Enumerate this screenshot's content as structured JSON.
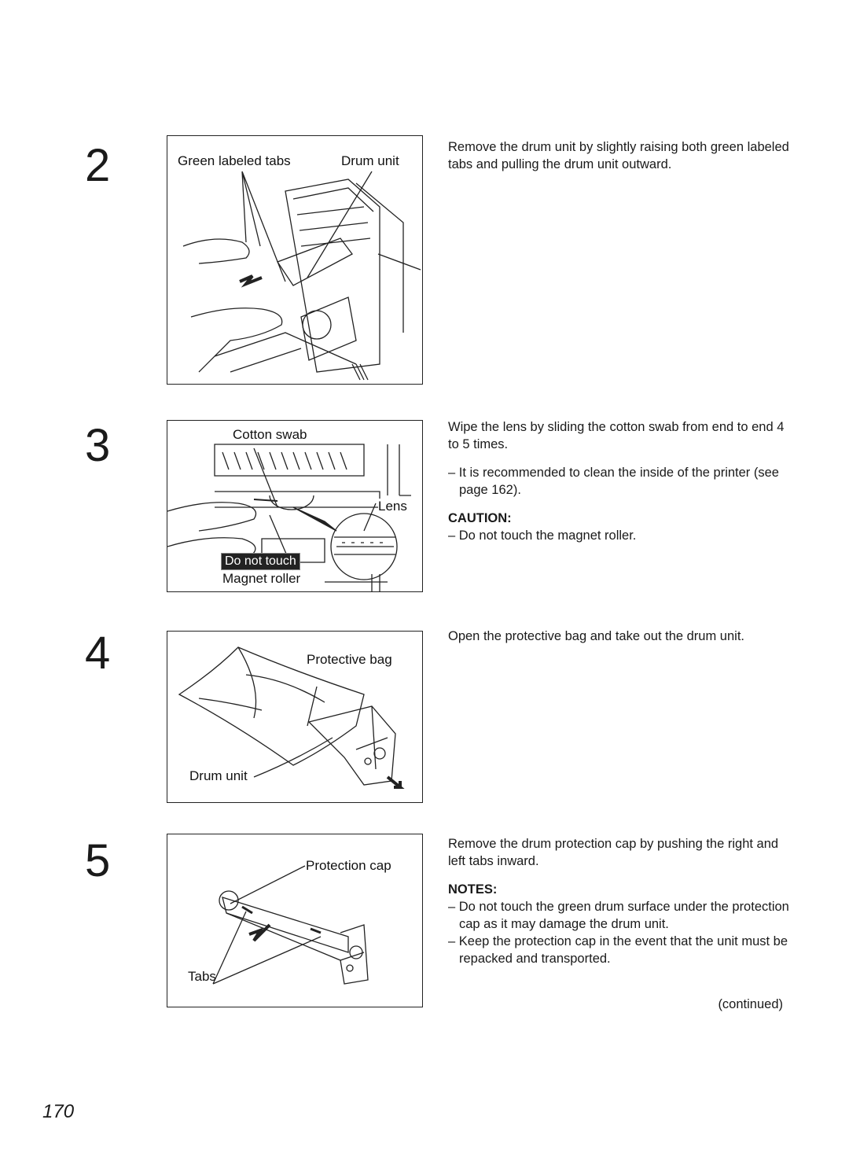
{
  "steps": [
    {
      "number": "2",
      "labels": {
        "a": "Green labeled tabs",
        "b": "Drum unit"
      },
      "text": "Remove the drum unit by slightly raising both green labeled tabs and pulling the drum unit outward."
    },
    {
      "number": "3",
      "labels": {
        "a": "Cotton swab",
        "b": "Lens",
        "c": "Magnet roller",
        "badge": "Do not touch"
      },
      "text": "Wipe the lens by sliding the cotton swab from end to end 4 to 5 times.",
      "bullet": "– It is recommended to clean the inside of the printer (see page 162).",
      "caution_heading": "CAUTION:",
      "caution": "– Do not touch the magnet roller."
    },
    {
      "number": "4",
      "labels": {
        "a": "Protective bag",
        "b": "Drum unit"
      },
      "text": "Open the protective bag and take out the drum unit."
    },
    {
      "number": "5",
      "labels": {
        "a": "Protection cap",
        "b": "Tabs"
      },
      "text": "Remove the drum protection cap by pushing the right and left tabs inward.",
      "notes_heading": "NOTES:",
      "notes": [
        "– Do not touch the green drum surface under the protection cap as it may damage the drum unit.",
        "– Keep the protection cap in the event that the unit must be repacked and transported."
      ]
    }
  ],
  "continued": "(continued)",
  "page_number": "170"
}
